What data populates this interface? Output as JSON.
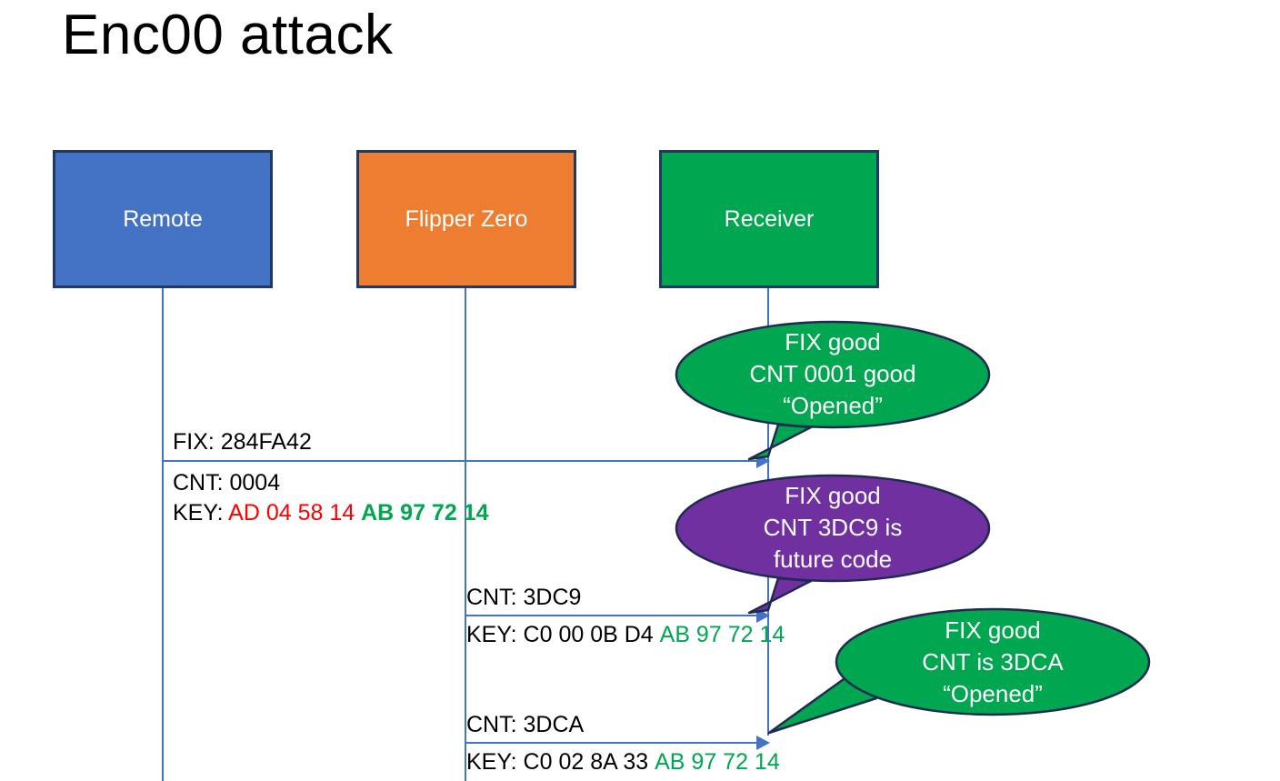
{
  "slide": {
    "title": "Enc00 attack",
    "background": "#FFFFFF"
  },
  "colors": {
    "remote_fill": "#4472C4",
    "flipper_fill": "#ED7D31",
    "receiver_fill": "#00A650",
    "box_border": "#1F3864",
    "lifeline": "#4472C4",
    "arrow": "#4472C4",
    "bubble_green": "#00A650",
    "bubble_purple": "#7030A0",
    "bubble_border": "#1F2A52",
    "key_red": "#FF0000",
    "key_green": "#00A650",
    "text_black": "#000000",
    "text_white": "#FFFFFF"
  },
  "actors": [
    {
      "id": "remote",
      "label": "Remote"
    },
    {
      "id": "flipper",
      "label": "Flipper Zero"
    },
    {
      "id": "receiver",
      "label": "Receiver"
    }
  ],
  "messages": [
    {
      "id": "msg-1",
      "from": "remote",
      "to": "receiver",
      "fix_line": "FIX: 284FA42",
      "cnt_line": "CNT: 0004",
      "key_label": "KEY: ",
      "key_first": "AD 04 58 14",
      "key_second": "AB 97 72 14"
    },
    {
      "id": "msg-2",
      "from": "flipper",
      "to": "receiver",
      "cnt_line": "CNT: 3DC9",
      "key_label": "KEY: ",
      "key_first": "C0 00 0B D4",
      "key_second": "AB 97 72 14"
    },
    {
      "id": "msg-3",
      "from": "flipper",
      "to": "receiver",
      "cnt_line": "CNT: 3DCA",
      "key_label": "KEY: ",
      "key_first": "C0 02 8A 33",
      "key_second": "AB 97 72 14"
    }
  ],
  "callouts": [
    {
      "id": "callout-1",
      "color": "green",
      "lines": [
        "FIX good",
        "CNT 0001 good",
        "“Opened”"
      ]
    },
    {
      "id": "callout-2",
      "color": "purple",
      "lines": [
        "FIX good",
        "CNT 3DC9 is",
        "future code"
      ]
    },
    {
      "id": "callout-3",
      "color": "green",
      "lines": [
        "FIX good",
        "CNT is 3DCA",
        "“Opened”"
      ]
    }
  ]
}
